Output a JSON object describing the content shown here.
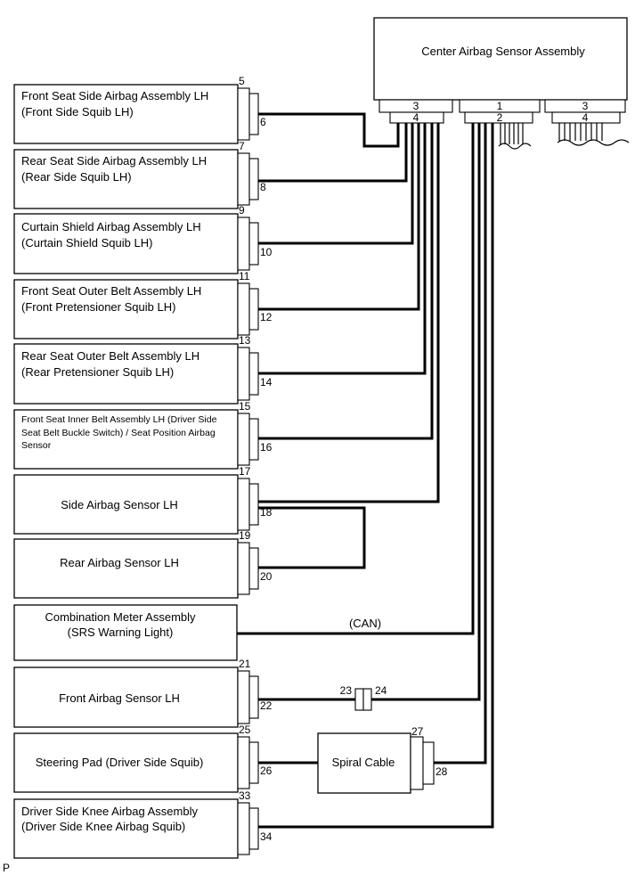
{
  "ecu": {
    "name": "Center Airbag Sensor Assembly"
  },
  "ecu_connectors": [
    {
      "top": "3",
      "bottom": "4"
    },
    {
      "top": "1",
      "bottom": "2"
    },
    {
      "top": "3",
      "bottom": "4"
    }
  ],
  "components": [
    {
      "lines": [
        "Front Seat Side Airbag Assembly LH",
        "(Front Side Squib LH)"
      ],
      "pin_top": "5",
      "pin_bottom": "6"
    },
    {
      "lines": [
        "Rear Seat Side Airbag Assembly LH",
        "(Rear Side Squib LH)"
      ],
      "pin_top": "7",
      "pin_bottom": "8"
    },
    {
      "lines": [
        "Curtain Shield Airbag Assembly LH",
        "(Curtain Shield Squib LH)"
      ],
      "pin_top": "9",
      "pin_bottom": "10"
    },
    {
      "lines": [
        "Front Seat Outer Belt Assembly LH",
        "(Front Pretensioner Squib LH)"
      ],
      "pin_top": "11",
      "pin_bottom": "12"
    },
    {
      "lines": [
        "Rear Seat Outer Belt Assembly LH",
        "(Rear Pretensioner Squib LH)"
      ],
      "pin_top": "13",
      "pin_bottom": "14"
    },
    {
      "lines": [
        "Front Seat Inner Belt Assembly LH (Driver Side",
        "Seat Belt Buckle Switch) / Seat Position Airbag",
        "Sensor"
      ],
      "pin_top": "15",
      "pin_bottom": "16"
    },
    {
      "lines": [
        "Side Airbag Sensor LH"
      ],
      "pin_top": "17",
      "pin_bottom": "18"
    },
    {
      "lines": [
        "Rear Airbag Sensor LH"
      ],
      "pin_top": "19",
      "pin_bottom": "20"
    },
    {
      "lines": [
        "Combination Meter Assembly",
        "(SRS Warning Light)"
      ],
      "pin_top": "",
      "pin_bottom": ""
    },
    {
      "lines": [
        "Front Airbag Sensor LH"
      ],
      "pin_top": "21",
      "pin_bottom": "22"
    },
    {
      "lines": [
        "Steering Pad (Driver Side Squib)"
      ],
      "pin_top": "25",
      "pin_bottom": "26"
    },
    {
      "lines": [
        "Driver Side Knee Airbag Assembly",
        "(Driver Side Knee Airbag Squib)"
      ],
      "pin_top": "33",
      "pin_bottom": "34"
    }
  ],
  "can_label": "(CAN)",
  "inline_connector": {
    "left": "23",
    "right": "24"
  },
  "spiral_cable": {
    "name": "Spiral Cable",
    "pin_top": "27",
    "pin_bottom": "28"
  },
  "corner_mark": "P"
}
